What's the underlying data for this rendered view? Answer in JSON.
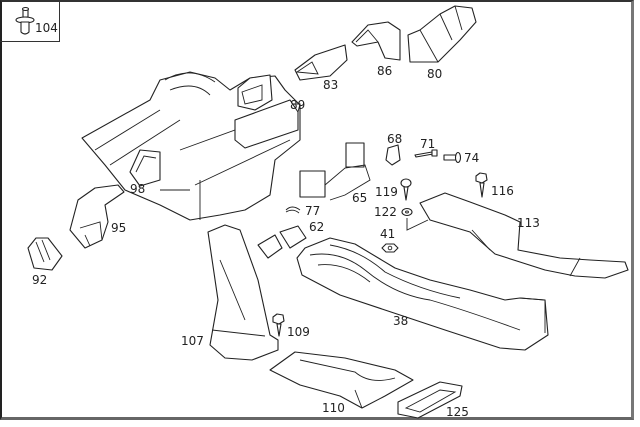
{
  "diagram": {
    "type": "exploded parts diagram",
    "subject": "Heater / climate control air ducts",
    "inset": {
      "part_number": "104",
      "icon": "push-clip-rivet-icon"
    },
    "callouts": [
      {
        "id": "104",
        "part": "push-clip-rivet"
      },
      {
        "id": "83",
        "part": "duct-piece"
      },
      {
        "id": "86",
        "part": "duct-elbow"
      },
      {
        "id": "80",
        "part": "angled-duct"
      },
      {
        "id": "89",
        "part": "heater-housing-assembly"
      },
      {
        "id": "98",
        "part": "side-vent"
      },
      {
        "id": "95",
        "part": "side-air-duct"
      },
      {
        "id": "92",
        "part": "outlet-nozzle"
      },
      {
        "id": "68",
        "part": "connector-bracket"
      },
      {
        "id": "71",
        "part": "screw"
      },
      {
        "id": "74",
        "part": "bolt"
      },
      {
        "id": "65",
        "part": "connector-housing"
      },
      {
        "id": "119",
        "part": "self-tapping-screw"
      },
      {
        "id": "122",
        "part": "washer"
      },
      {
        "id": "116",
        "part": "hex-flange-screw"
      },
      {
        "id": "77",
        "part": "clip"
      },
      {
        "id": "62",
        "part": "connector-block"
      },
      {
        "id": "113",
        "part": "rear-air-duct"
      },
      {
        "id": "41",
        "part": "nut"
      },
      {
        "id": "38",
        "part": "floor-air-duct"
      },
      {
        "id": "107",
        "part": "footwell-duct"
      },
      {
        "id": "109",
        "part": "hex-flange-screw"
      },
      {
        "id": "110",
        "part": "rear-floor-duct"
      },
      {
        "id": "125",
        "part": "outlet-grille"
      }
    ]
  },
  "labels": {
    "l104": "104",
    "l83": "83",
    "l86": "86",
    "l80": "80",
    "l89": "89",
    "l98": "98",
    "l95": "95",
    "l92": "92",
    "l68": "68",
    "l71": "71",
    "l74": "74",
    "l65": "65",
    "l119": "119",
    "l122": "122",
    "l116": "116",
    "l77": "77",
    "l62": "62",
    "l113": "113",
    "l41": "41",
    "l38": "38",
    "l107": "107",
    "l109": "109",
    "l110": "110",
    "l125": "125"
  }
}
